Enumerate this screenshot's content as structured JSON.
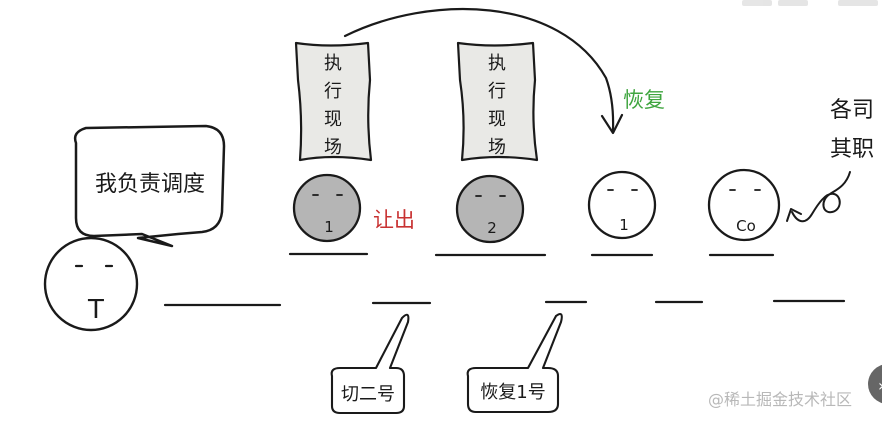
{
  "captions": {
    "scheduler_bubble": "我负责调度",
    "yield_label": "让出",
    "resume_label": "恢复",
    "each_duty": [
      "各司",
      "其职"
    ],
    "switch_two": "切二号",
    "resume_one": "恢复1号"
  },
  "scrolls": [
    {
      "text": "执行现场"
    },
    {
      "text": "执行现场"
    }
  ],
  "faces": {
    "scheduler": "T",
    "coroutine_1_suspended": "1",
    "coroutine_2_suspended": "2",
    "coroutine_1_resumed": "1",
    "coroutine_co": "Co"
  },
  "watermark": "@稀土掘金技术社区",
  "colors": {
    "ink": "#1a1a1a",
    "suspended_fill": "#b5b5b5",
    "yield_red": "#c83232",
    "resume_green": "#3fa53f",
    "scroll_fill": "#e9e9e6"
  }
}
